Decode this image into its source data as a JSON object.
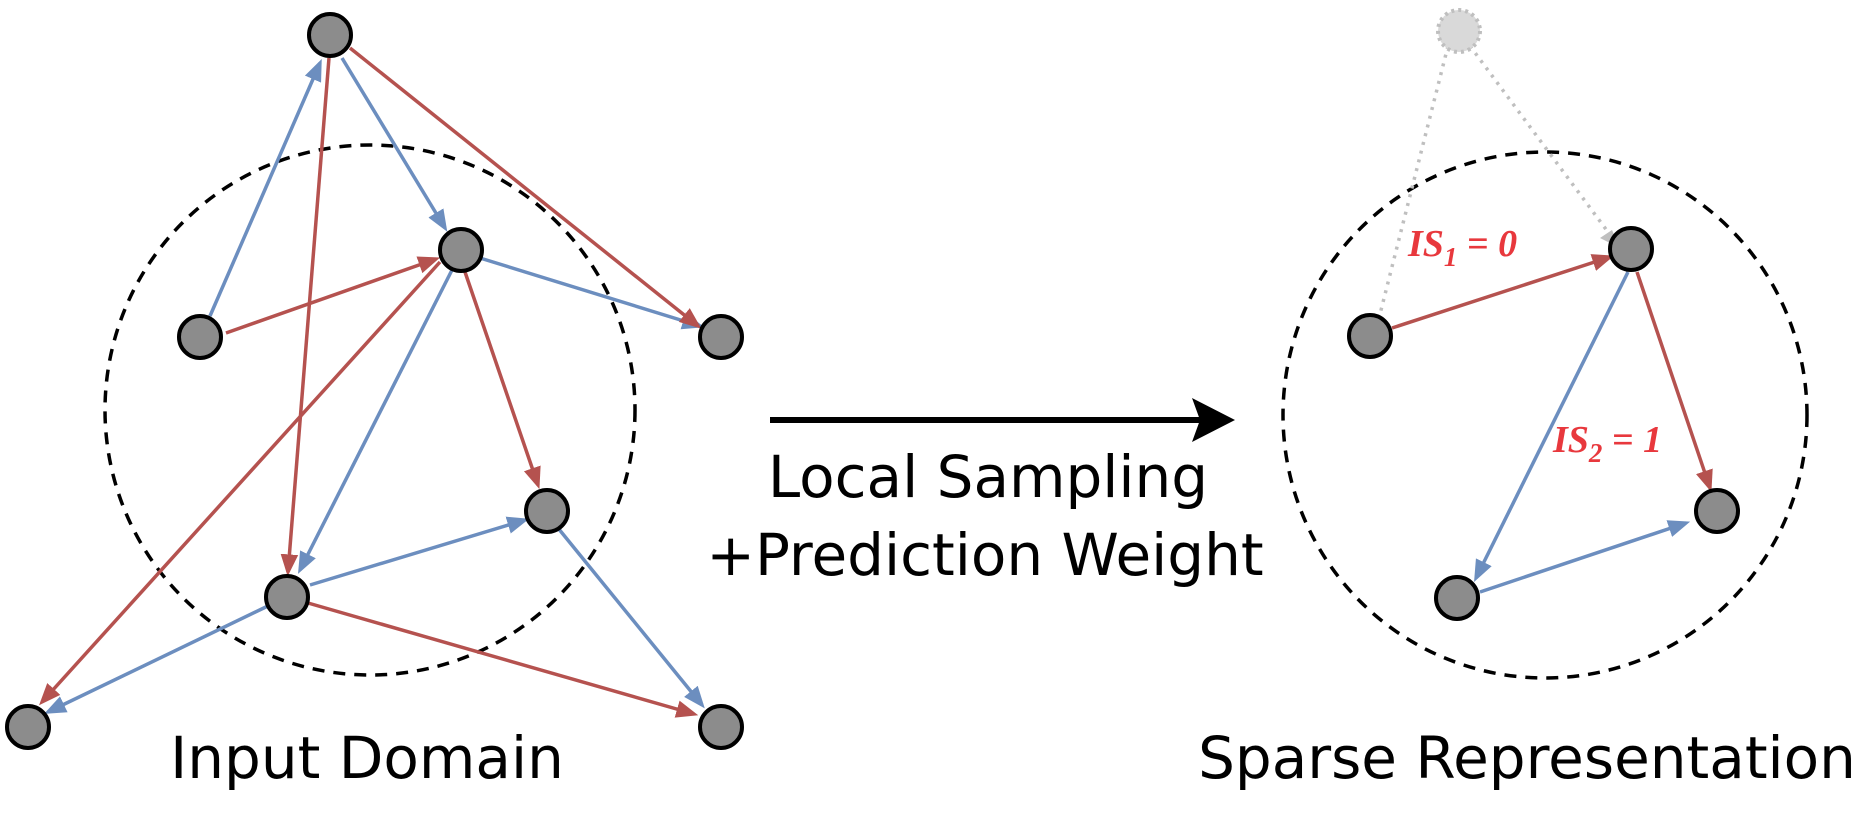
{
  "colors": {
    "red_edge": "#b5524f",
    "blue_edge": "#6c8ebf",
    "node_fill": "#8c8c8c",
    "ghost_node_fill": "#d9d9d9",
    "ghost_edge": "#bfbfbf",
    "label_red": "#e8383d"
  },
  "left": {
    "caption": "Input Domain"
  },
  "middle": {
    "line1": "Local Sampling",
    "line2": "+Prediction Weight"
  },
  "right": {
    "caption": "Sparse Representation",
    "is1": {
      "prefix": "IS",
      "sub": "1",
      "rest": " = 0"
    },
    "is2": {
      "prefix": "IS",
      "sub": "2",
      "rest": " = 1"
    }
  }
}
